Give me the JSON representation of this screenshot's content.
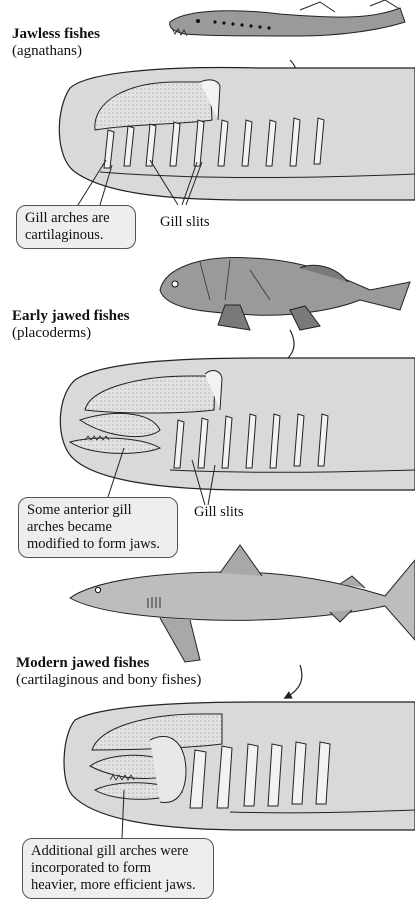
{
  "sections": [
    {
      "title": "Jawless fishes",
      "subtitle": "(agnathans)",
      "callout": [
        "Gill arches are",
        "cartilaginous."
      ],
      "label": "Gill slits"
    },
    {
      "title": "Early jawed fishes",
      "subtitle": "(placoderms)",
      "callout": [
        "Some anterior gill",
        "arches became",
        "modified to form jaws."
      ],
      "label": "Gill slits"
    },
    {
      "title": "Modern jawed fishes",
      "subtitle": "(cartilaginous and bony fishes)",
      "callout": [
        "Additional gill arches were",
        "incorporated to form",
        "heavier, more efficient jaws."
      ]
    }
  ],
  "colors": {
    "tissue": "#d9d9d9",
    "cartilage": "#f2f2f2",
    "outline": "#222222",
    "callout_bg": "#eeeeee"
  }
}
